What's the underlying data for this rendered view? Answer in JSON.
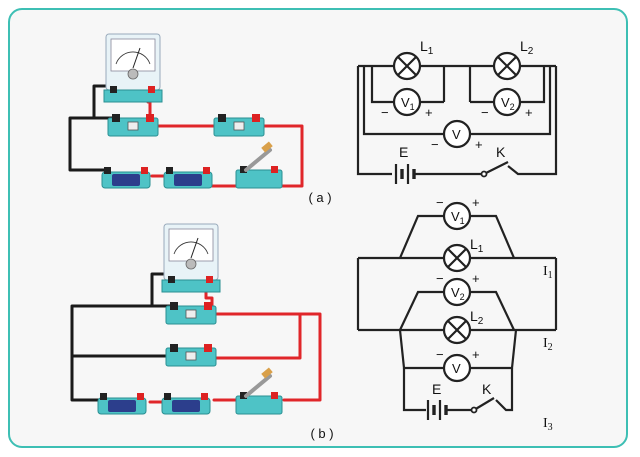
{
  "labels": {
    "fig_a": "( a )",
    "fig_b": "( b )",
    "L1": "L",
    "L1_sub": "1",
    "L2": "L",
    "L2_sub": "2",
    "V1": "V",
    "V1_sub": "1",
    "V2": "V",
    "V2_sub": "2",
    "V": "V",
    "E": "E",
    "K": "K",
    "I1": "I",
    "I1_sub": "1",
    "I2": "I",
    "I2_sub": "2",
    "I3": "I",
    "I3_sub": "3",
    "plus": "+",
    "minus": "−"
  },
  "colors": {
    "frame": "#3dbfb4",
    "device_teal": "#4ec3c6",
    "wire_red": "#e0262a",
    "wire_black": "#1a1a1a"
  }
}
